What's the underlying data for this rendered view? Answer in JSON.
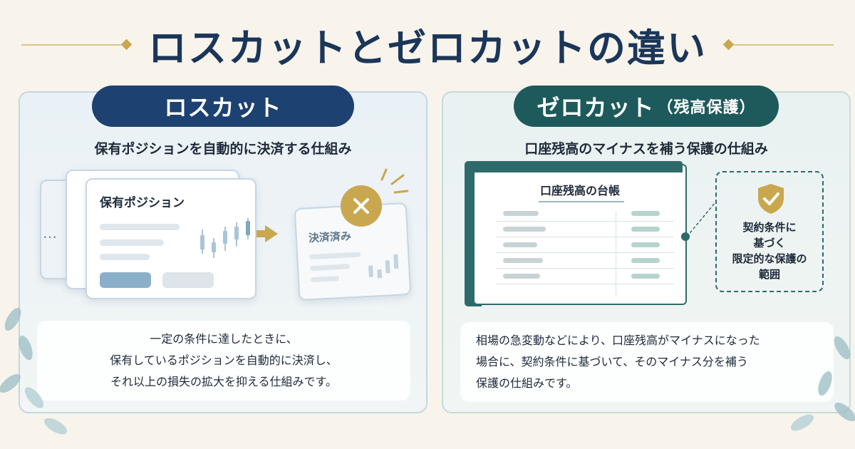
{
  "title": "ロスカットとゼロカットの違い",
  "left": {
    "pill": "ロスカット",
    "subtitle": "保有ポジションを自動的に決済する仕組み",
    "card_label": "保有ポジション",
    "settled_label": "決済済み",
    "ellipsis": "…",
    "desc": [
      "一定の条件に達したときに、",
      "保有しているポジションを自動的に決済し、",
      "それ以上の損失の拡大を抑える仕組みです。"
    ]
  },
  "right": {
    "pill_main": "ゼロカット",
    "pill_sub": "（残高保護）",
    "subtitle": "口座残高のマイナスを補う保護の仕組み",
    "ledger_title": "口座残高の台帳",
    "callout": [
      "契約条件に",
      "基づく",
      "限定的な保護の",
      "範囲"
    ],
    "desc": [
      "相場の急変動などにより、口座残高がマイナスになった",
      "場合に、契約条件に基づいて、そのマイナス分を補う",
      "保護の仕組みです。"
    ]
  },
  "colors": {
    "navy": "#1d4170",
    "teal": "#1e5a5c",
    "gold": "#c9a74e",
    "background": "#f8f4ec"
  }
}
